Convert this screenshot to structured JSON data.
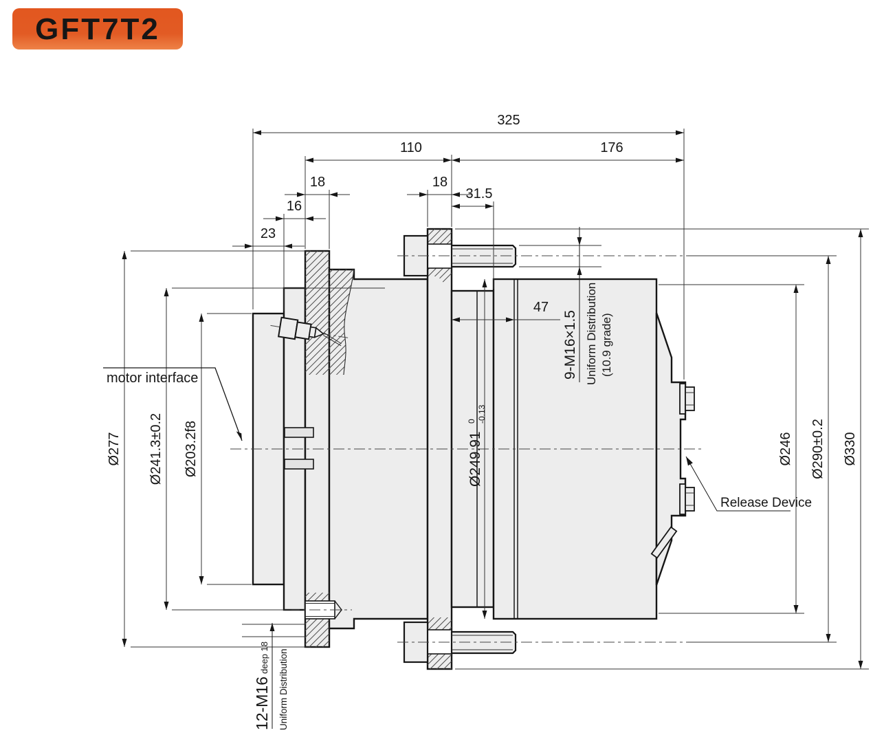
{
  "badge": {
    "label": "GFT7T2",
    "color": "#e2571f"
  },
  "dimensions": {
    "top": {
      "overall": "325",
      "left_span": "110",
      "right_span": "176",
      "flange_thickness_left": "18",
      "flange_thickness_right": "18",
      "step_16": "16",
      "step_23": "23",
      "spigot_31_5": "31.5",
      "step_47": "47"
    },
    "diameters_left": {
      "outer": "Ø277",
      "bolt_circle": "Ø241.3±0.2",
      "pilot": "Ø203.2f8"
    },
    "diameter_center": {
      "value": "Ø249.91",
      "tol_upper": "0",
      "tol_lower": "-0.13"
    },
    "diameters_right": {
      "end": "Ø246",
      "bolt_circle": "Ø290±0.2",
      "flange_od": "Ø330"
    }
  },
  "callouts": {
    "motor_interface": "motor  interface",
    "release_device": "Release Device",
    "stud": {
      "line1": "9-M16×1.5",
      "line2": "Uniform Distribution",
      "line3": "(10.9 grade)"
    },
    "tapped": {
      "line1": "12-M16",
      "suffix": "deep 18",
      "line2": "Uniform Distribution"
    }
  }
}
